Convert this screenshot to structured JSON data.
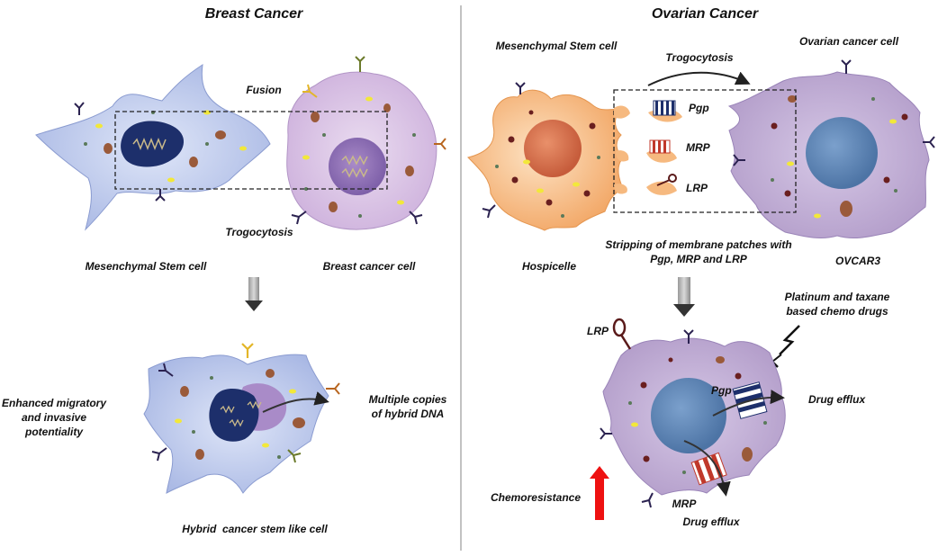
{
  "panels": {
    "left_title": "Breast Cancer",
    "right_title": "Ovarian Cancer"
  },
  "breast": {
    "fusion": "Fusion",
    "trogocytosis": "Trogocytosis",
    "msc": "Mesenchymal Stem cell",
    "breast_cell": "Breast cancer cell",
    "enhanced_1": "Enhanced migratory",
    "enhanced_2": "and invasive",
    "enhanced_3": "potentiality",
    "multiple_1": "Multiple copies",
    "multiple_2": "of hybrid DNA",
    "hybrid": "Hybrid  cancer stem like cell"
  },
  "ovarian": {
    "msc": "Mesenchymal Stem cell",
    "trogocytosis": "Trogocytosis",
    "ovarian_cell": "Ovarian cancer cell",
    "pgp": "Pgp",
    "mrp": "MRP",
    "lrp": "LRP",
    "stripping_1": "Stripping of membrane patches with",
    "stripping_2": "Pgp, MRP and LRP",
    "hospicelle": "Hospicelle",
    "ovcar3": "OVCAR3",
    "platinum_1": "Platinum and taxane",
    "platinum_2": "based chemo drugs",
    "lrp2": "LRP",
    "pgp2": "Pgp",
    "drug_efflux_1": "Drug efflux",
    "chemoresistance": "Chemoresistance",
    "mrp2": "MRP",
    "drug_efflux_2": "Drug efflux"
  },
  "colors": {
    "msc_blue": "#b9c7ea",
    "nucleus_navy": "#1d2f6b",
    "breast_pink": "#dcc4e6",
    "ovarian_purple": "#c5b2d8",
    "ovarian_nucleus": "#5f86b5",
    "hospicelle_orange": "#f6b97f",
    "hospicelle_nucleus": "#d6714f",
    "chemo_red": "#ee1111"
  }
}
